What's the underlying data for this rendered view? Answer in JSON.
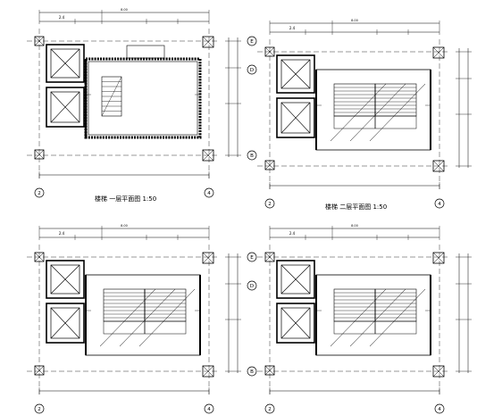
{
  "captions": {
    "top_left": "楼梯 一层平面图 1:50",
    "top_right": "楼梯 二层平面图 1:50"
  },
  "axis_labels": {
    "row_top": "E",
    "row_mid": "D",
    "row_bottom": "B",
    "col_left": "2",
    "col_right": "4"
  },
  "dims": {
    "top_first": "2.4",
    "overall": "8.00"
  }
}
